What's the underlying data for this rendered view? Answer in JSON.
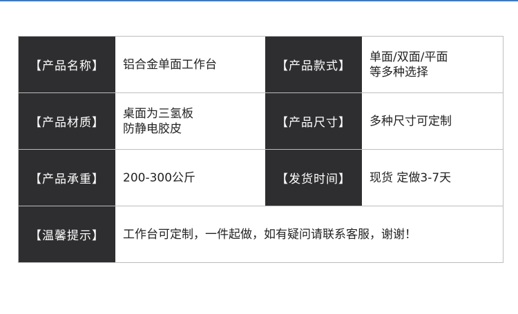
{
  "accent_color": "#2a7de1",
  "label_bg": "#2e2e30",
  "rows": [
    {
      "left": {
        "label": "【产品名称】",
        "value": "铝合金单面工作台"
      },
      "right": {
        "label": "【产品款式】",
        "value": "单面/双面/平面\n等多种选择"
      }
    },
    {
      "left": {
        "label": "【产品材质】",
        "value": "桌面为三氢板\n防静电胶皮"
      },
      "right": {
        "label": "【产品尺寸】",
        "value": "多种尺寸可定制"
      }
    },
    {
      "left": {
        "label": "【产品承重】",
        "value": "200-300公斤"
      },
      "right": {
        "label": "【发货时间】",
        "value": "现货 定做3-7天"
      }
    }
  ],
  "notice": {
    "label": "【温馨提示】",
    "value": "工作台可定制，一件起做，如有疑问请联系客服，谢谢！"
  }
}
